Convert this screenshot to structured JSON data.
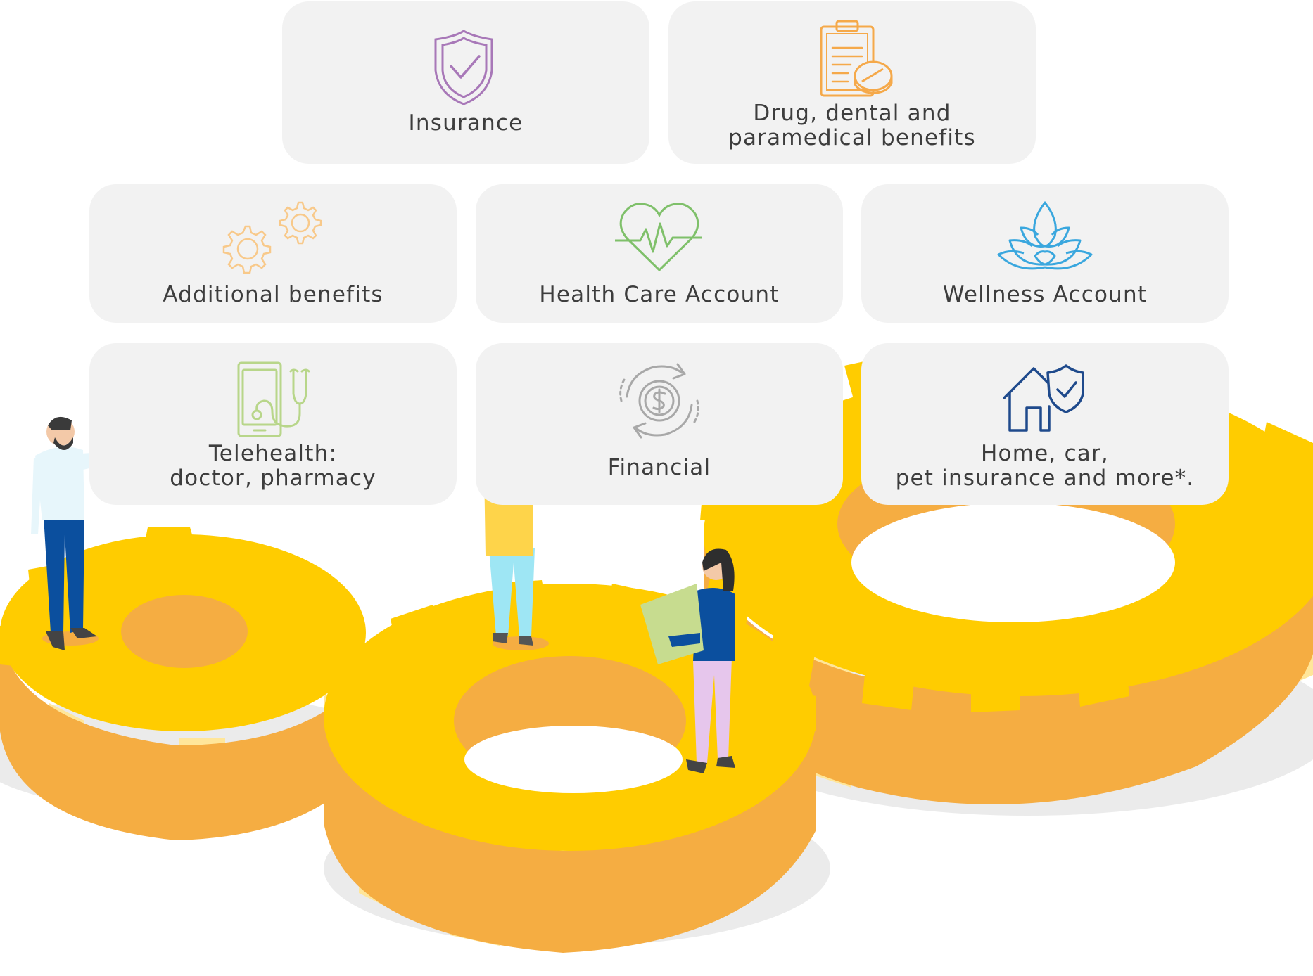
{
  "benefits": {
    "insurance": {
      "label": "Insurance",
      "icon": "shield-check-icon",
      "color": "#a878b8"
    },
    "drug": {
      "label": "Drug, dental and\nparamedical benefits",
      "icon": "clipboard-pill-icon",
      "color": "#f5a94a"
    },
    "additional": {
      "label": "Additional benefits",
      "icon": "gears-icon",
      "color": "#f8c98a"
    },
    "hca": {
      "label": "Health Care Account",
      "icon": "heart-pulse-icon",
      "color": "#7fc06a"
    },
    "wellness": {
      "label": "Wellness Account",
      "icon": "lotus-icon",
      "color": "#3aa7de"
    },
    "telehealth": {
      "label": "Telehealth:\ndoctor, pharmacy",
      "icon": "phone-stethoscope-icon",
      "color": "#b8d68a"
    },
    "financial": {
      "label": "Financial",
      "icon": "dollar-cycle-icon",
      "color": "#a8a8a8"
    },
    "home": {
      "label": "Home, car,\npet insurance and more*.",
      "icon": "house-shield-icon",
      "color": "#1f4a8c"
    }
  },
  "illustration": {
    "gear_color": "#ffcc00",
    "gear_shade": "#f5ad42",
    "gear_light": "#ffe69a",
    "figures": [
      "man-pointing",
      "man-yellow-shirt",
      "woman-with-paper"
    ]
  }
}
